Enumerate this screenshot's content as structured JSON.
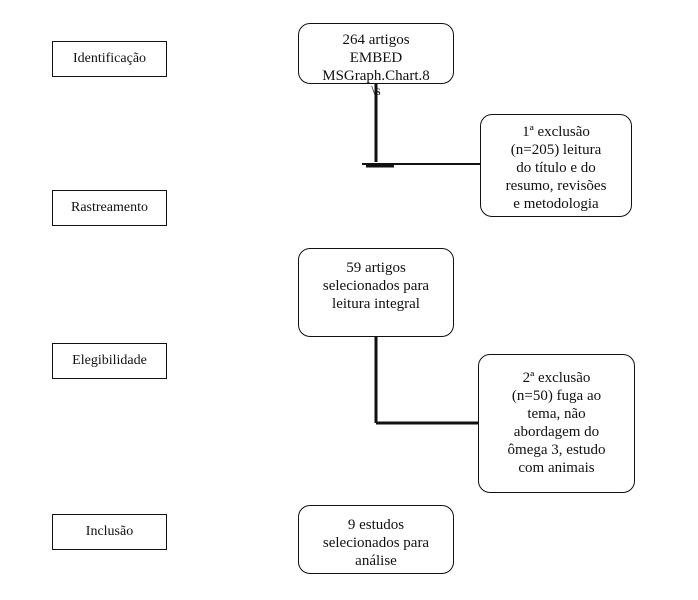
{
  "stages": {
    "identification": "Identificação",
    "screening": "Rastreamento",
    "eligibility": "Elegibilidade",
    "inclusion": "Inclusão"
  },
  "boxes": {
    "initial_articles": [
      "264 artigos",
      "EMBED",
      "MSGraph.Chart.8",
      "\\s"
    ],
    "first_exclusion": [
      "1ª exclusão",
      "(n=205) leitura",
      "do título e do",
      "resumo, revisões",
      "e metodologia"
    ],
    "selected_full_reading": [
      "59 artigos",
      "selecionados para",
      "leitura integral"
    ],
    "second_exclusion": [
      "2ª exclusão",
      "(n=50) fuga ao",
      "tema, não",
      "abordagem do",
      "ômega 3, estudo",
      "com animais"
    ],
    "final_studies": [
      "9 estudos",
      "selecionados para",
      "análise"
    ]
  },
  "colors": {
    "stroke": "#111111",
    "background": "#ffffff"
  }
}
